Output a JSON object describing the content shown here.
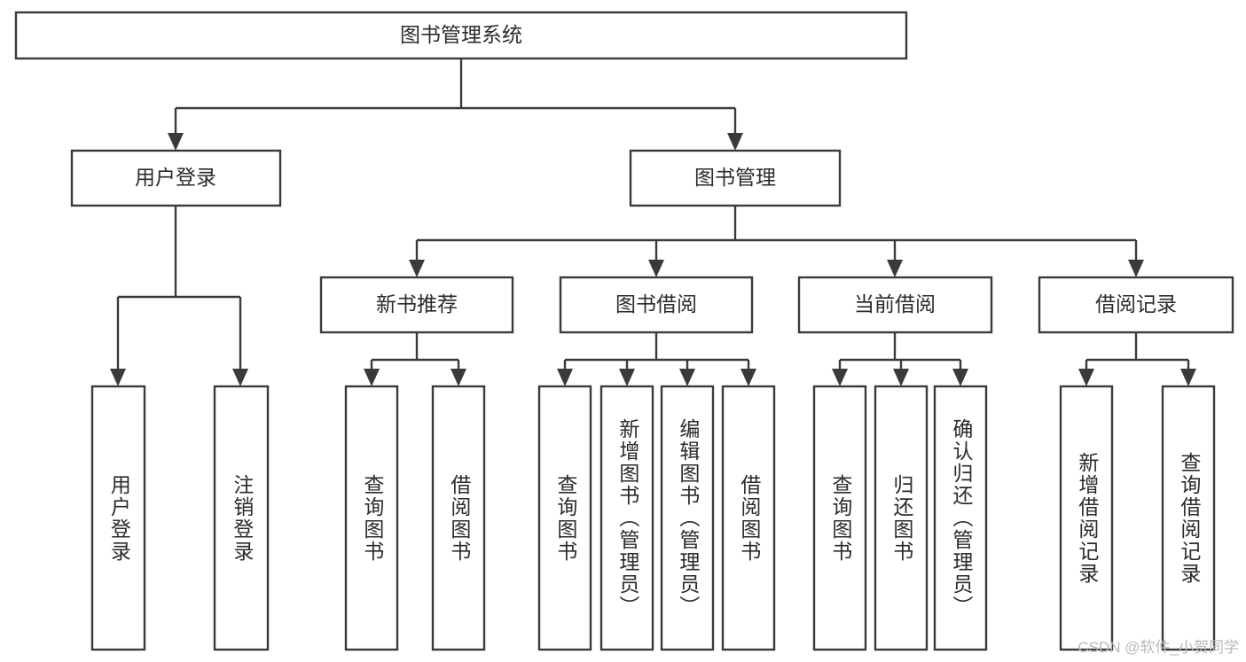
{
  "diagram": {
    "title": "图书管理系统",
    "type": "tree-hierarchy-diagram",
    "colors": {
      "box_stroke": "#3a3a3a",
      "box_fill": "#ffffff",
      "text": "#2b2b2b",
      "watermark": "#b9b9b9",
      "background": "#ffffff"
    },
    "root": {
      "label": "图书管理系统"
    },
    "level2": [
      {
        "label": "用户登录"
      },
      {
        "label": "图书管理"
      }
    ],
    "level3": [
      {
        "label": "新书推荐"
      },
      {
        "label": "图书借阅"
      },
      {
        "label": "当前借阅"
      },
      {
        "label": "借阅记录"
      }
    ],
    "leaves": {
      "user_login": [
        {
          "label": "用户登录"
        },
        {
          "label": "注销登录"
        }
      ],
      "new_book_recommend": [
        {
          "label": "查询图书"
        },
        {
          "label": "借阅图书"
        }
      ],
      "book_borrow": [
        {
          "label": "查询图书"
        },
        {
          "label": "新增图书（管理员）"
        },
        {
          "label": "编辑图书（管理员）"
        },
        {
          "label": "借阅图书"
        }
      ],
      "current_borrow": [
        {
          "label": "查询图书"
        },
        {
          "label": "归还图书"
        },
        {
          "label": "确认归还（管理员）"
        }
      ],
      "borrow_record": [
        {
          "label": "新增借阅记录"
        },
        {
          "label": "查询借阅记录"
        }
      ]
    }
  },
  "watermark": {
    "text": "CSDN @软件_小贺同学"
  }
}
